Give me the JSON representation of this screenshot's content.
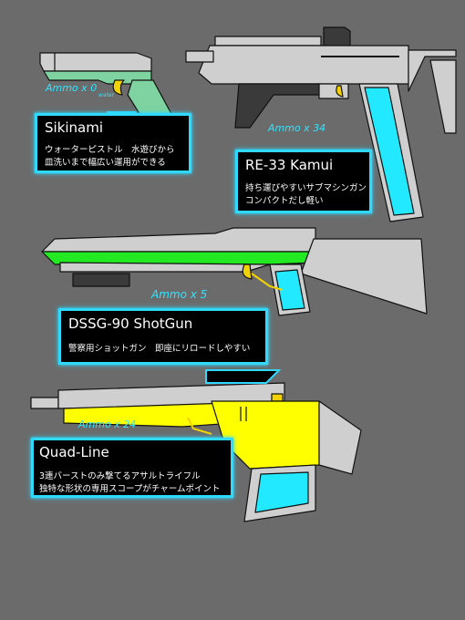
{
  "palette": {
    "background": "#6b6b6b",
    "panel_border": "#2fd9ff",
    "gun_body": "#cfcfcf",
    "gun_dark": "#3a3a3a",
    "cyan": "#22e9ff",
    "green": "#7ed3a0",
    "lime": "#22e922",
    "yellow": "#ffff00",
    "trigger": "#f2d200"
  },
  "weapons": [
    {
      "id": "sikinami",
      "name": "Sikinami",
      "ammo": "Ammo x 0",
      "ammo_sub": "water",
      "desc": [
        "ウォーターピストル　水遊びから",
        "皿洗いまで幅広い運用ができる"
      ]
    },
    {
      "id": "re33",
      "name": "RE-33 Kamui",
      "ammo": "Ammo x 34",
      "desc": [
        "持ち運びやすいサブマシンガン",
        "コンパクトだし軽い"
      ]
    },
    {
      "id": "dssg90",
      "name": "DSSG-90 ShotGun",
      "ammo": "Ammo x 5",
      "desc": [
        "警察用ショットガン　即座にリロードしやすい"
      ]
    },
    {
      "id": "quadline",
      "name": "Quad-Line",
      "ammo": "Ammo x 24",
      "desc": [
        "3連バーストのみ撃てるアサルトライフル",
        "独特な形状の専用スコープがチャームポイント"
      ]
    }
  ]
}
